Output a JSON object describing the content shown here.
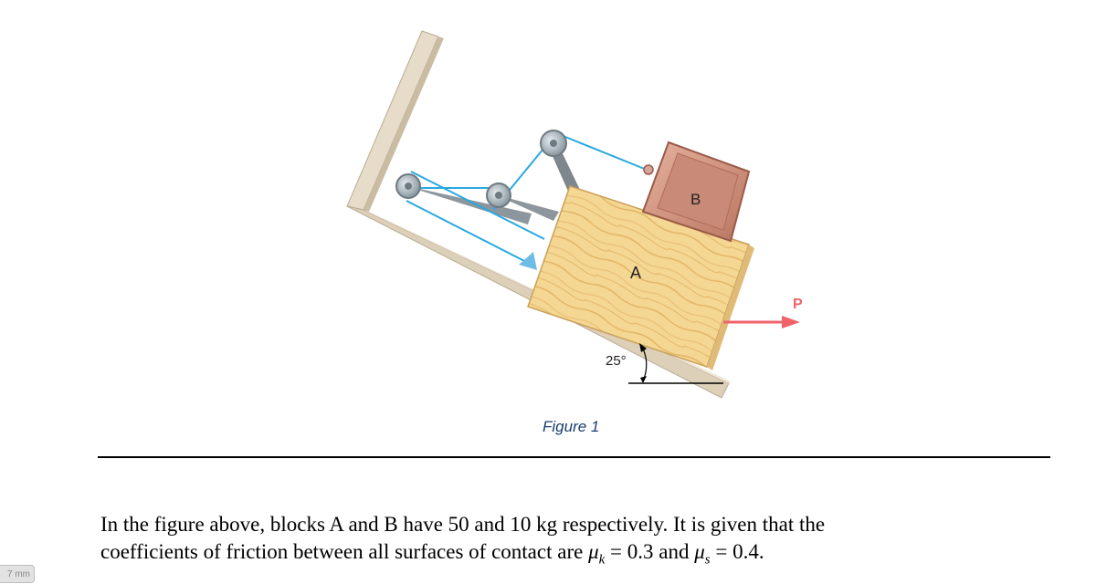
{
  "figure": {
    "block_a_label": "A",
    "block_b_label": "B",
    "force_label": "P",
    "angle_label": "25°",
    "caption": "Figure 1"
  },
  "problem": {
    "line1": "In the figure above, blocks A and B have 50 and 10 kg respectively. It is given that the",
    "line2_prefix": "coefficients of friction between all surfaces of contact are ",
    "mu_symbol": "μ",
    "mu_k_sub": "k",
    "mu_k_value": "0.3",
    "and_word": "and",
    "mu_s_sub": "s",
    "mu_s_value": "0.4."
  },
  "ruler_tag": "7 mm",
  "colors": {
    "cable": "#29a9e0",
    "force_arrow": "#f0626a",
    "block_b": "#c98a78",
    "wood": "#f3d490",
    "wall": "#e8dcc8"
  }
}
